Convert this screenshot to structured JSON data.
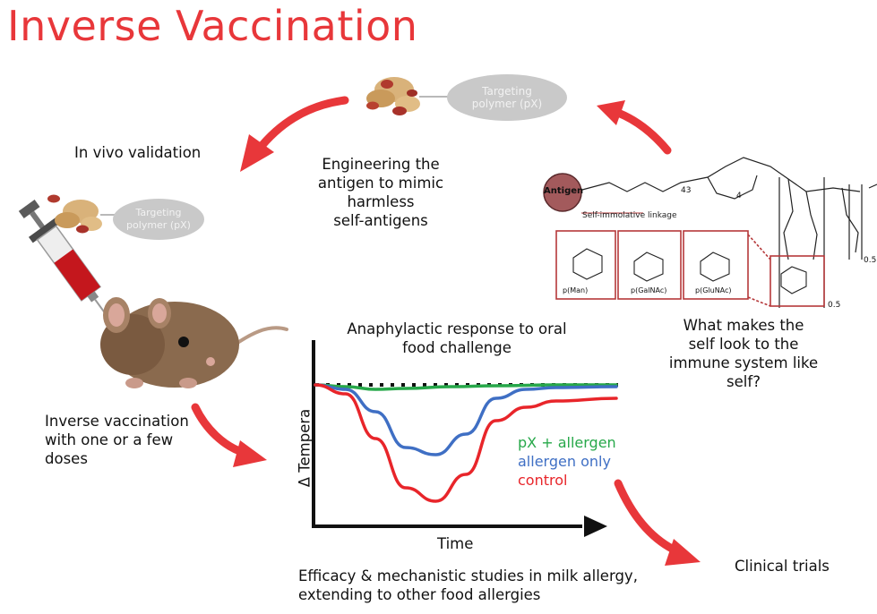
{
  "title": "Inverse Vaccination",
  "labels": {
    "in_vivo": "In vivo validation",
    "engineering": [
      "Engineering the",
      "antigen to mimic",
      "harmless",
      "self-antigens"
    ],
    "what_makes": [
      "What makes the",
      "self look to the",
      "immune system like",
      "self?"
    ],
    "inverse_vacc": [
      "Inverse vaccination",
      "with one or a few",
      "doses"
    ],
    "efficacy": [
      "Efficacy & mechanistic studies in milk allergy,",
      "extending to other food allergies"
    ],
    "clinical": "Clinical trials",
    "pill_top": [
      "Targeting",
      "polymer (pX)"
    ],
    "pill_left": [
      "Targeting",
      "polymer (pX)"
    ]
  },
  "chemistry": {
    "antigen": "Antigen",
    "self_immolative": "Self-immolative linkage",
    "subscript_43": "43",
    "subscript_4": "4",
    "subscript_05a": "0.5",
    "subscript_05b": "0.5",
    "box_labels": [
      "p(Man)",
      "p(GalNAc)",
      "p(GluNAc)"
    ]
  },
  "chart_data": {
    "type": "line",
    "title": "Anaphylactic response to oral food challenge",
    "title_lines": [
      "Anaphylactic response to oral",
      "food challenge"
    ],
    "xlabel": "Time",
    "ylabel": "Δ Tempera",
    "series": [
      {
        "name": "pX + allergen",
        "color": "#27a84a",
        "x": [
          0,
          0.1,
          0.2,
          0.3,
          0.45,
          0.6,
          0.8,
          1.0
        ],
        "y": [
          0,
          -0.02,
          -0.05,
          -0.04,
          -0.02,
          -0.01,
          0,
          0
        ]
      },
      {
        "name": "allergen only",
        "color": "#3f6fc4",
        "x": [
          0,
          0.1,
          0.2,
          0.3,
          0.4,
          0.5,
          0.6,
          0.7,
          0.8,
          1.0
        ],
        "y": [
          0,
          -0.05,
          -0.3,
          -0.7,
          -0.78,
          -0.55,
          -0.15,
          -0.05,
          -0.03,
          -0.02
        ]
      },
      {
        "name": "control",
        "color": "#e8252a",
        "x": [
          0,
          0.1,
          0.2,
          0.3,
          0.4,
          0.5,
          0.6,
          0.7,
          0.8,
          1.0
        ],
        "y": [
          0,
          -0.1,
          -0.6,
          -1.15,
          -1.3,
          -1.0,
          -0.4,
          -0.25,
          -0.18,
          -0.15
        ]
      }
    ],
    "baseline": "dotted",
    "legend": [
      "pX + allergen",
      "allergen only",
      "control"
    ]
  },
  "colors": {
    "accent": "#e8373a",
    "pill": "#c9c9c9",
    "chem_box": "#b5383a",
    "antigen": "#a35a5c"
  }
}
